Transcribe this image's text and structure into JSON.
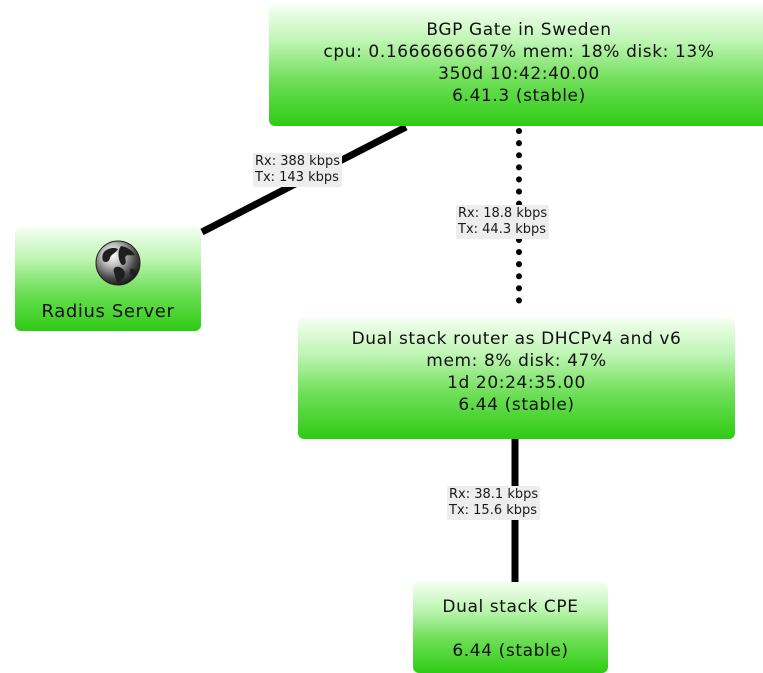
{
  "nodes": {
    "bgp_gate": {
      "title": "BGP Gate in Sweden",
      "stats": "cpu: 0.1666666667% mem: 18% disk: 13%",
      "uptime": "350d 10:42:40.00",
      "version": "6.41.3 (stable)"
    },
    "radius_server": {
      "icon": "globe-icon",
      "title": "Radius Server"
    },
    "dual_stack_router": {
      "title": "Dual stack router as DHCPv4 and v6",
      "stats": "mem: 8% disk: 47%",
      "uptime": "1d 20:24:35.00",
      "version": "6.44 (stable)"
    },
    "dual_stack_cpe": {
      "title": "Dual stack CPE",
      "version": "6.44 (stable)"
    }
  },
  "links": {
    "bgp_to_radius": {
      "rx": "Rx: 388 kbps",
      "tx": "Tx: 143 kbps",
      "style": "solid"
    },
    "bgp_to_dual": {
      "rx": "Rx: 18.8 kbps",
      "tx": "Tx: 44.3 kbps",
      "style": "dotted"
    },
    "dual_to_cpe": {
      "rx": "Rx: 38.1 kbps",
      "tx": "Tx: 15.6 kbps",
      "style": "solid"
    }
  },
  "colors": {
    "node_green": "#2fcb15",
    "node_highlight": "#f4fff1",
    "link": "#000000",
    "label_bg": "#ededed"
  }
}
